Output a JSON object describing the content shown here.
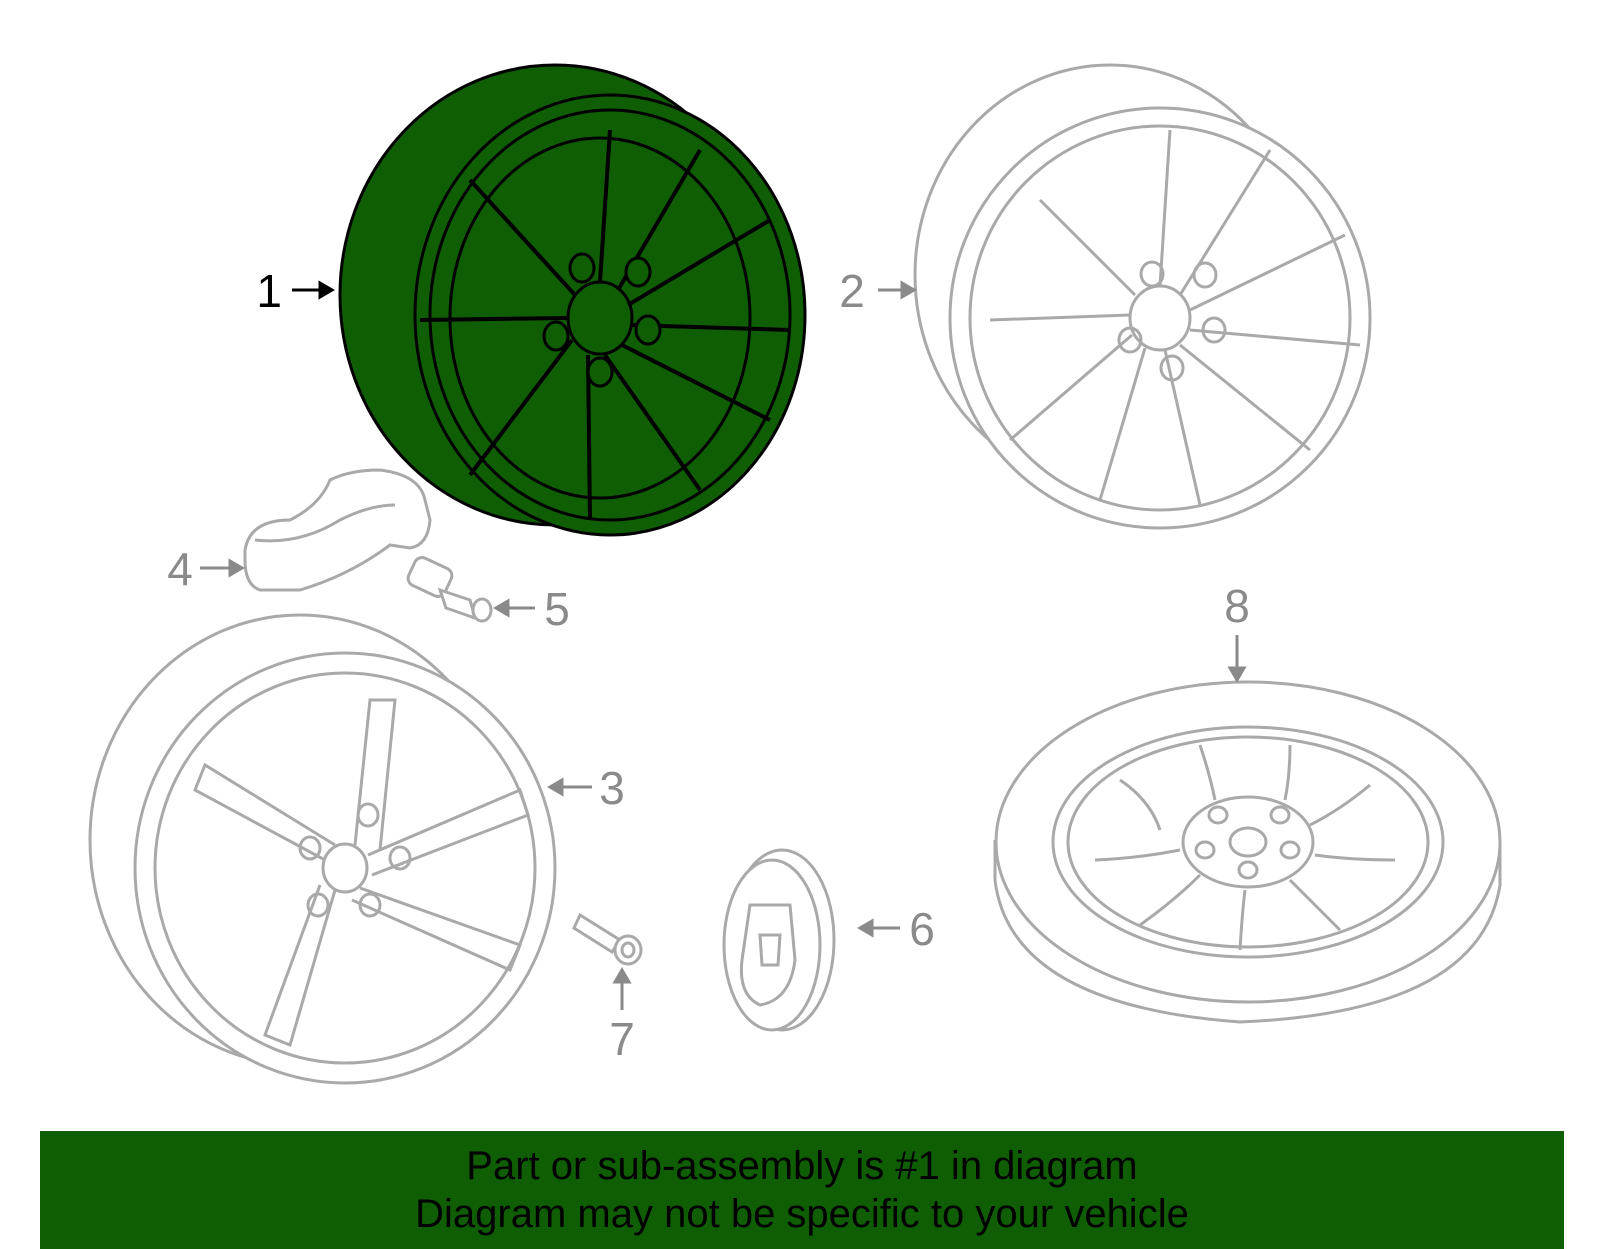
{
  "colors": {
    "highlight_fill": "#105e04",
    "highlight_stroke": "#000000",
    "part_stroke": "#a9a9a9",
    "callout_text_highlight": "#000000",
    "callout_text": "#8a8a8a",
    "banner_bg": "#105e04"
  },
  "callouts": [
    {
      "id": "1",
      "label": "1",
      "part": "wheel",
      "highlighted": true
    },
    {
      "id": "2",
      "label": "2",
      "part": "wheel",
      "highlighted": false
    },
    {
      "id": "3",
      "label": "3",
      "part": "wheel",
      "highlighted": false
    },
    {
      "id": "4",
      "label": "4",
      "part": "tire pressure sensor",
      "highlighted": false
    },
    {
      "id": "5",
      "label": "5",
      "part": "valve stem",
      "highlighted": false
    },
    {
      "id": "6",
      "label": "6",
      "part": "center cap",
      "highlighted": false
    },
    {
      "id": "7",
      "label": "7",
      "part": "screw",
      "highlighted": false
    },
    {
      "id": "8",
      "label": "8",
      "part": "spare tire",
      "highlighted": false
    }
  ],
  "banner": {
    "line1": "Part or sub-assembly is #1 in diagram",
    "line2": "Diagram may not be specific to your vehicle"
  }
}
